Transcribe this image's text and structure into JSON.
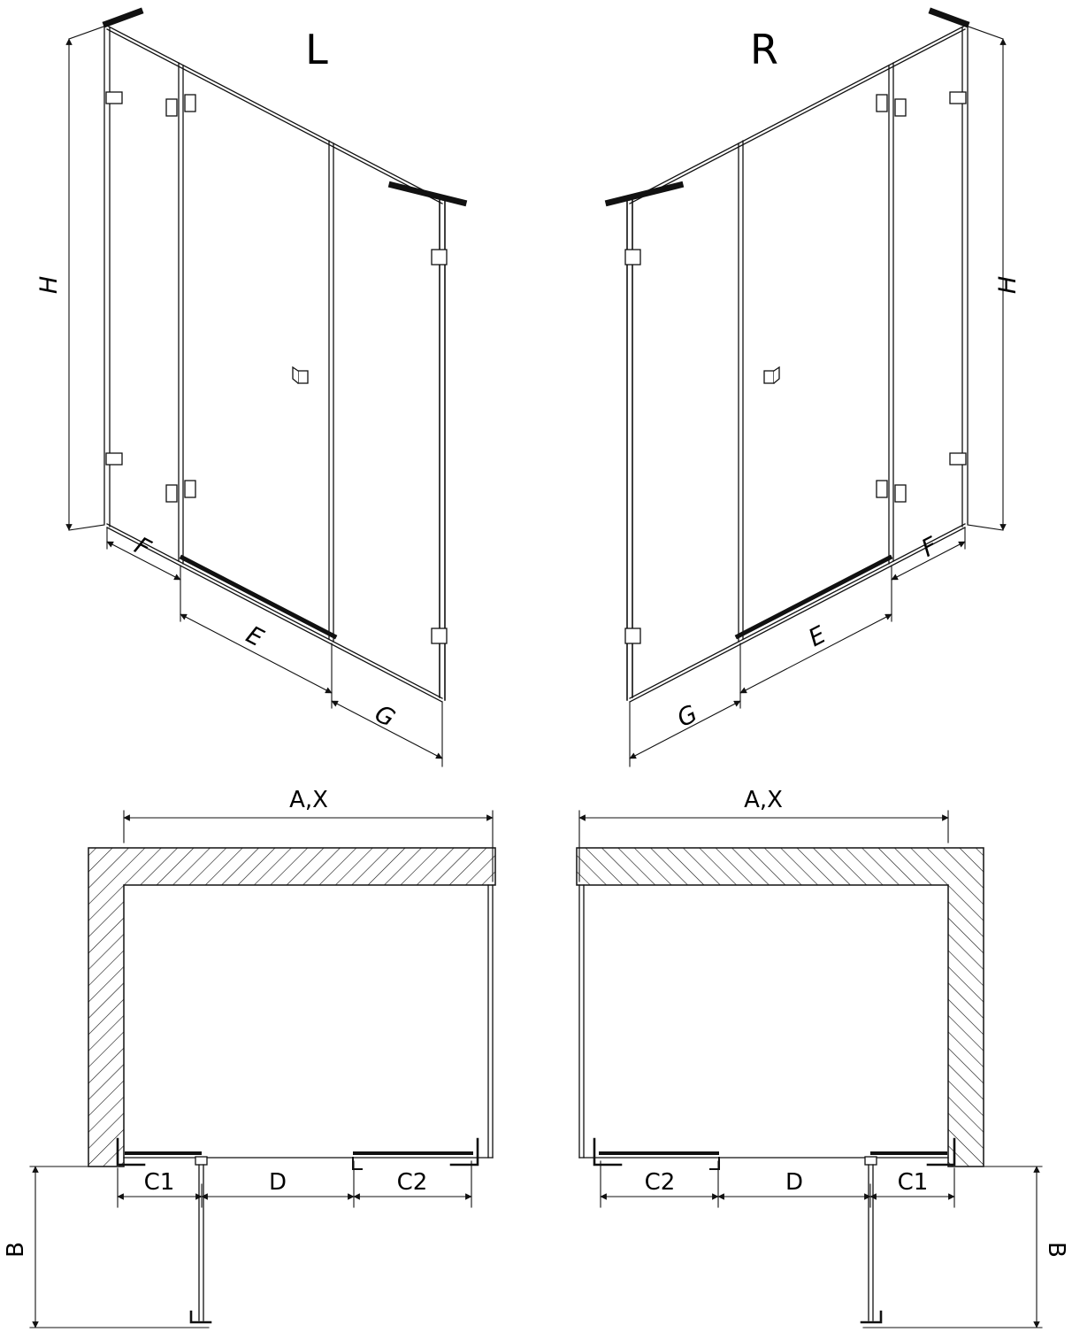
{
  "canvas": {
    "background": "#ffffff",
    "line_color": "#111111"
  },
  "views": {
    "persp_left": {
      "title": "L",
      "dim_height": "H",
      "dim_fixed": "F",
      "dim_door": "E",
      "dim_side": "G"
    },
    "persp_right": {
      "title": "R",
      "dim_height": "H",
      "dim_fixed": "F",
      "dim_door": "E",
      "dim_side": "G"
    },
    "plan_left": {
      "dim_width": "A,X",
      "dim_depth": "B",
      "dim_c1": "C1",
      "dim_d": "D",
      "dim_c2": "C2"
    },
    "plan_right": {
      "dim_width": "A,X",
      "dim_depth": "B",
      "dim_c1": "C1",
      "dim_d": "D",
      "dim_c2": "C2"
    }
  }
}
